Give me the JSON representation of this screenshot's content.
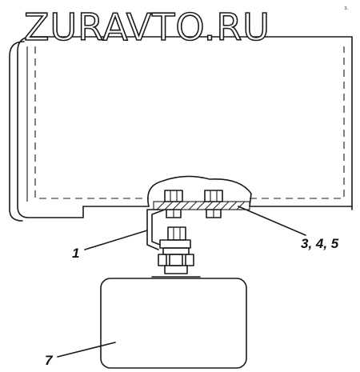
{
  "watermark": "ZURAVTO.RU",
  "corner_mark": "з.",
  "callouts": {
    "bracket": "1",
    "fasteners": "3, 4, 5",
    "box": "7"
  }
}
